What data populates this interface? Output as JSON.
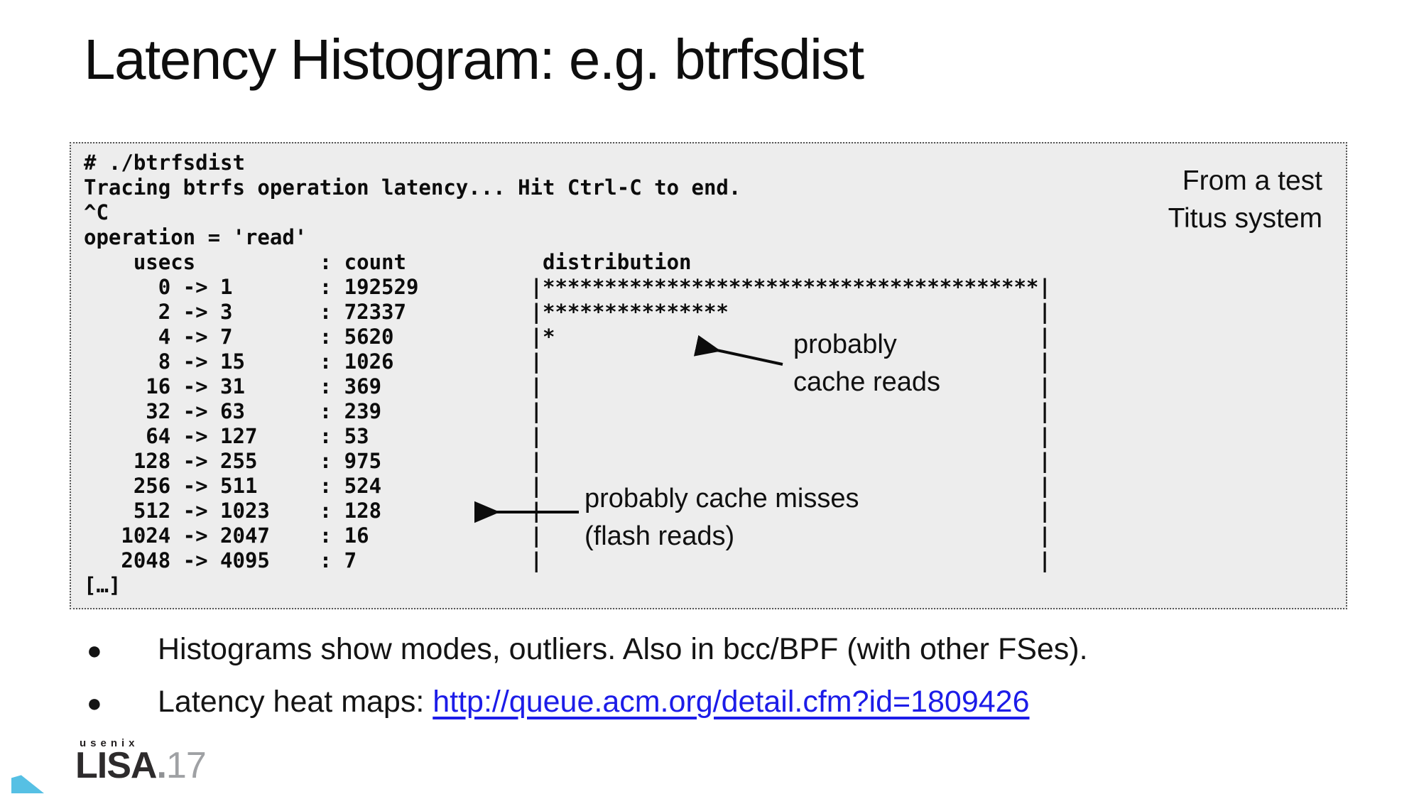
{
  "slide": {
    "title": "Latency Histogram: e.g. btrfsdist"
  },
  "terminal": {
    "note": {
      "line1": "From a test",
      "line2": "Titus system"
    },
    "lines": [
      "# ./btrfsdist",
      "Tracing btrfs operation latency... Hit Ctrl-C to end.",
      "^C",
      "operation = 'read'",
      "    usecs          : count           distribution",
      "      0 -> 1       : 192529         |****************************************|",
      "      2 -> 3       : 72337          |***************                         |",
      "      4 -> 7       : 5620           |*                                       |",
      "      8 -> 15      : 1026           |                                        |",
      "     16 -> 31      : 369            |                                        |",
      "     32 -> 63      : 239            |                                        |",
      "     64 -> 127     : 53             |                                        |",
      "    128 -> 255     : 975            |                                        |",
      "    256 -> 511     : 524            |                                        |",
      "    512 -> 1023    : 128            |                                        |",
      "   1024 -> 2047    : 16             |                                        |",
      "   2048 -> 4095    : 7              |                                        |",
      "[…]"
    ]
  },
  "histogram": {
    "type": "ascii-log2-histogram",
    "operation": "read",
    "unit": "usecs",
    "columns": [
      "usecs",
      "count",
      "distribution"
    ],
    "rows": [
      {
        "range": "0 -> 1",
        "count": 192529,
        "stars": 40
      },
      {
        "range": "2 -> 3",
        "count": 72337,
        "stars": 15
      },
      {
        "range": "4 -> 7",
        "count": 5620,
        "stars": 1
      },
      {
        "range": "8 -> 15",
        "count": 1026,
        "stars": 0
      },
      {
        "range": "16 -> 31",
        "count": 369,
        "stars": 0
      },
      {
        "range": "32 -> 63",
        "count": 239,
        "stars": 0
      },
      {
        "range": "64 -> 127",
        "count": 53,
        "stars": 0
      },
      {
        "range": "128 -> 255",
        "count": 975,
        "stars": 0
      },
      {
        "range": "256 -> 511",
        "count": 524,
        "stars": 0
      },
      {
        "range": "512 -> 1023",
        "count": 128,
        "stars": 0
      },
      {
        "range": "1024 -> 2047",
        "count": 16,
        "stars": 0
      },
      {
        "range": "2048 -> 4095",
        "count": 7,
        "stars": 0
      }
    ]
  },
  "annotations": {
    "cache_reads": {
      "line1": "probably",
      "line2": "cache reads"
    },
    "cache_misses": {
      "line1": "probably cache misses",
      "line2": "(flash reads)"
    }
  },
  "bullets": [
    {
      "text": "Histograms show modes, outliers. Also in bcc/BPF (with other FSes)."
    },
    {
      "prefix": "Latency heat maps: ",
      "link": "http://queue.acm.org/detail.cfm?id=1809426"
    }
  ],
  "logo": {
    "brand": "usenix",
    "name": "LISA",
    "dot": ".",
    "year": "17"
  },
  "colors": {
    "terminal_bg": "#ededed",
    "terminal_border": "#555555",
    "link_blue": "#1c1ce8",
    "logo_dark": "#2d2b2c",
    "logo_gray": "#9fa1a4",
    "logo_cyan": "#56c0e4"
  }
}
